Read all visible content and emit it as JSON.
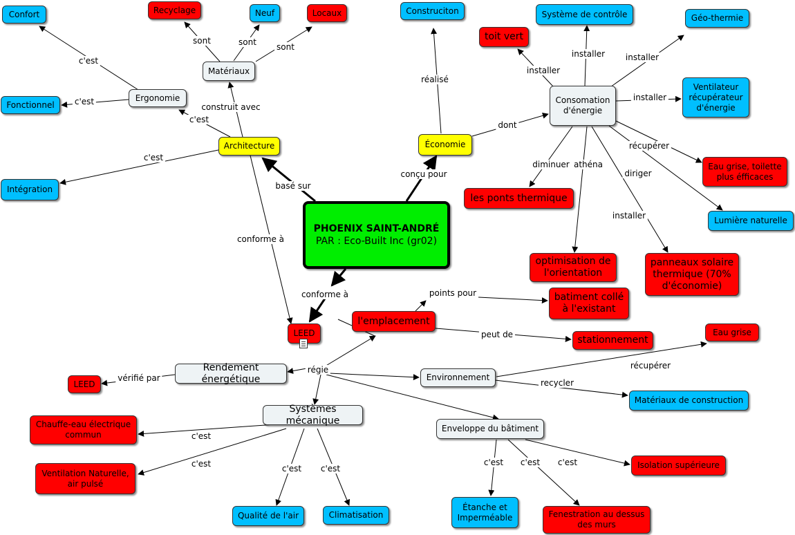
{
  "colors": {
    "red": "#ff0000",
    "blue": "#00bfff",
    "white": "#eef3f5",
    "yellow": "#ffff00",
    "center": "#00ee00"
  },
  "center": {
    "title": "PHOENIX SAINT-ANDRÉ",
    "subtitle": "PAR : Eco-Built Inc (gr02)"
  },
  "nodes": {
    "confort": "Confort",
    "recyclage": "Recyclage",
    "neuf": "Neuf",
    "locaux": "Locaux",
    "construciton": "Construciton",
    "systeme_controle": "Système de contrôle",
    "geo_thermie": "Géo-thermie",
    "toit_vert": "toit vert",
    "materiaux": "Matériaux",
    "ergonomie": "Ergonomie",
    "fonctionnel": "Fonctionnel",
    "consommation": "Consomation d'énergie",
    "ventilateur": "Ventilateur récupérateur d'énergie",
    "architecture": "Architecture",
    "economie": "Économie",
    "eau_grise_toilette": "Eau grise, toilette plus éfficaces",
    "integration": "Intégration",
    "ponts_thermique": "les ponts thermique",
    "lumiere_naturelle": "Lumière naturelle",
    "optimisation": "optimisation de l'orientation",
    "panneaux": "panneaux solaire thermique (70% d'économie)",
    "batiment_colle": "batiment collé à l'existant",
    "emplacement": "l'emplacement",
    "leed_main": "LEED",
    "stationnement": "stationnement",
    "eau_grise": "Eau grise",
    "rendement": "Rendement énergétique",
    "leed_small": "LEED",
    "environnement": "Environnement",
    "materiaux_construction": "Matériaux de construction",
    "systemes_mecanique": "Systèmes mécanique",
    "chauffe_eau": "Chauffe-eau électrique commun",
    "enveloppe": "Enveloppe du bâtiment",
    "ventilation": "Ventilation Naturelle, air pulsé",
    "isolation": "Isolation supérieure",
    "qualite_air": "Qualité de l'air",
    "climatisation": "Climatisation",
    "etanche": "Étanche et Imperméable",
    "fenestration": "Fenestration au dessus des murs"
  },
  "links": {
    "sont_recyclage": "sont",
    "sont_neuf": "sont",
    "sont_locaux": "sont",
    "cest_confort": "c'est",
    "cest_fonctionnel": "c'est",
    "construit_avec": "construit avec",
    "cest_ergonomie": "c'est",
    "cest_integration": "c'est",
    "base_sur": "basé sur",
    "conforme_a_arch": "conforme à",
    "realise": "réalisé",
    "concu_pour": "conçu pour",
    "dont": "dont",
    "installer_toit": "installer",
    "installer_systeme": "installer",
    "installer_geo": "installer",
    "installer_ventilateur": "installer",
    "recuperer_eau": "récupérer",
    "diriger": "diriger",
    "diminuer": "diminuer",
    "athena": "athéna",
    "installer_panneaux": "installer",
    "conforme_a_center": "conforme à",
    "points_pour": "points pour",
    "peut_de": "peut de",
    "regie": "régie",
    "verifie_par": "vérifié par",
    "recuperer_eau_grise": "récupérer",
    "recycler": "recycler",
    "cest_chauffe": "c'est",
    "cest_ventilation": "c'est",
    "cest_qualite": "c'est",
    "cest_climatisation": "c'est",
    "cest_etanche": "c'est",
    "cest_fenestration": "c'est",
    "cest_isolation": "c'est"
  }
}
